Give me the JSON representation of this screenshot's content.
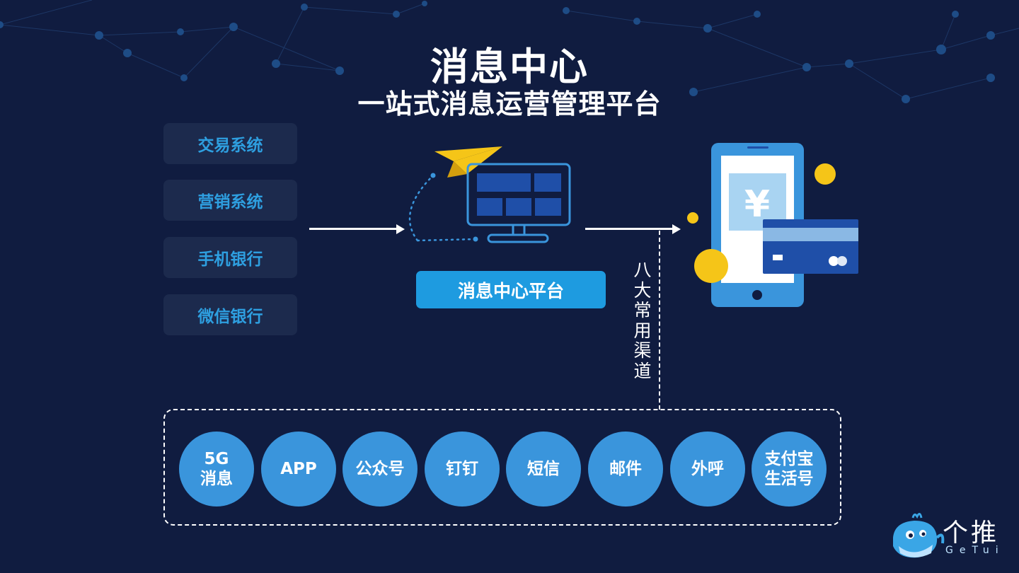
{
  "title": "消息中心",
  "subtitle": "一站式消息运营管理平台",
  "sources": [
    "交易系统",
    "营销系统",
    "手机银行",
    "微信银行"
  ],
  "platform_label": "消息中心平台",
  "channels_label": "八大常用渠道",
  "channels": [
    {
      "line1": "5G",
      "line2": "消息"
    },
    {
      "line1": "APP",
      "line2": ""
    },
    {
      "line1": "公众号",
      "line2": ""
    },
    {
      "line1": "钉钉",
      "line2": ""
    },
    {
      "line1": "短信",
      "line2": ""
    },
    {
      "line1": "邮件",
      "line2": ""
    },
    {
      "line1": "外呼",
      "line2": ""
    },
    {
      "line1": "支付宝",
      "line2": "生活号"
    }
  ],
  "phone_currency_symbol": "¥",
  "logo": {
    "name": "个推",
    "sub": "GeTui"
  },
  "colors": {
    "background": "#101c40",
    "accent_blue": "#1e9be0",
    "channel_circle": "#3a95dc",
    "source_text": "#2e9fe0",
    "yellow": "#f5c518"
  }
}
